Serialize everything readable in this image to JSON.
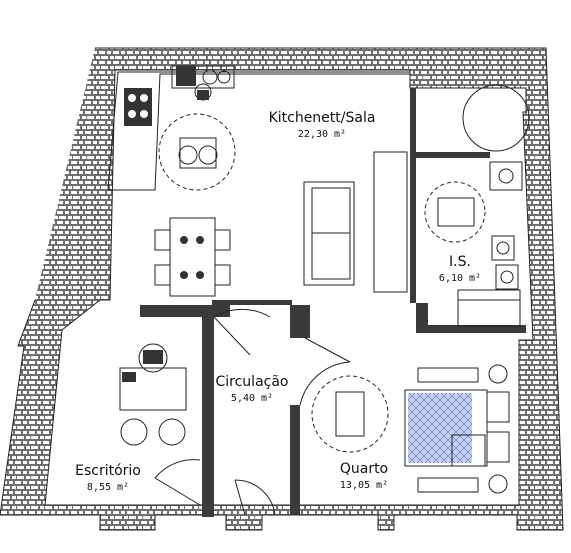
{
  "rooms": {
    "kitchen": {
      "name": "Kitchenett/Sala",
      "area": "22,30 m²"
    },
    "bath": {
      "name": "I.S.",
      "area": "6,10 m²"
    },
    "circulation": {
      "name": "Circulação",
      "area": "5,40 m²"
    },
    "office": {
      "name": "Escritório",
      "area": "8,55 m²"
    },
    "bedroom": {
      "name": "Quarto",
      "area": "13,05 m²"
    }
  },
  "colors": {
    "wall_stone": "#6e6e6e",
    "wall_inner": "#3a3a3a",
    "bed_cover": "#c8d2f0"
  }
}
